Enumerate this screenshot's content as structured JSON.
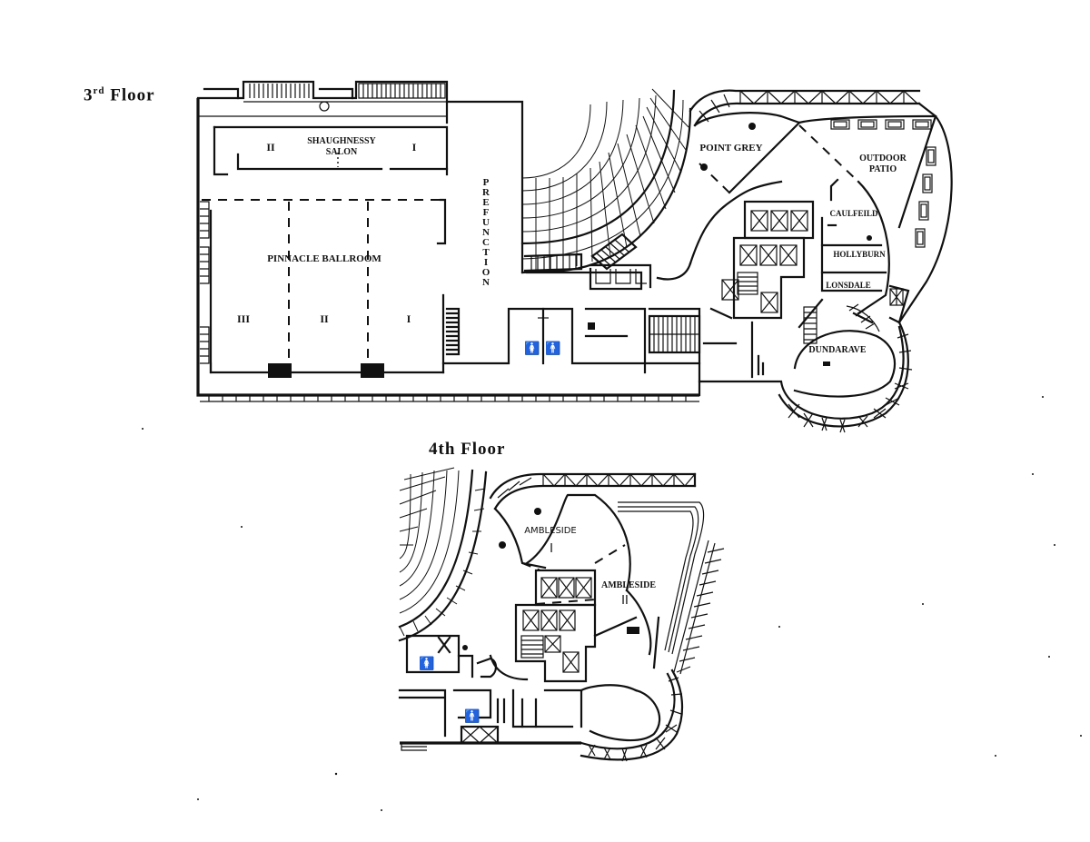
{
  "floors": [
    {
      "id": "third",
      "title_num": "3",
      "title_sup": "rd",
      "title_word": "Floor",
      "rooms": {
        "shaughnessy_line1": "SHAUGHNESSY",
        "shaughnessy_line2": "SALON",
        "shaughnessy_left": "II",
        "shaughnessy_right": "I",
        "pinnacle": "PINNACLE BALLROOM",
        "pinnacle_iii": "III",
        "pinnacle_ii": "II",
        "pinnacle_i": "I",
        "prefunction": [
          "P",
          "R",
          "E",
          "F",
          "U",
          "N",
          "C",
          "T",
          "I",
          "O",
          "N"
        ],
        "point_grey": "POINT GREY",
        "outdoor_line1": "OUTDOOR",
        "outdoor_line2": "PATIO",
        "caulfeild": "CAULFEILD",
        "hollyburn": "HOLLYBURN",
        "lonsdale": "LONSDALE",
        "dundarave": "DUNDARAVE"
      }
    },
    {
      "id": "fourth",
      "title_text": "4th Floor",
      "rooms": {
        "ambleside1": "AMBLESIDE",
        "ambleside1_num": "I",
        "ambleside2": "AMBLESIDE",
        "ambleside2_num": "II"
      }
    }
  ],
  "icons": [
    "restroom-women-icon",
    "restroom-men-icon",
    "elevator-icon",
    "stairs-icon",
    "column-icon"
  ]
}
